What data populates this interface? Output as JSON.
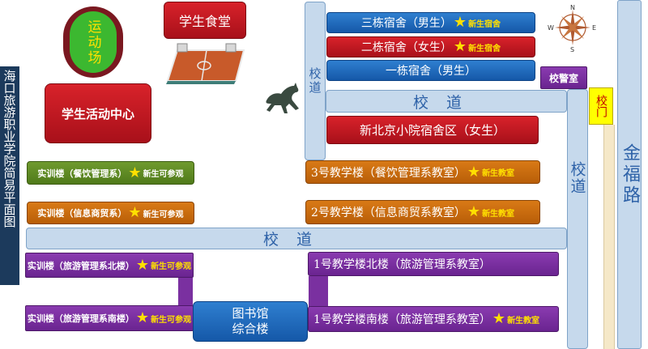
{
  "map_title": "海口旅游职业学院简易平面图",
  "roads": {
    "inner_vertical": "校道",
    "upper_horizontal": "校道",
    "main_horizontal": "校道",
    "right_vertical": "校道",
    "gate": "校门",
    "street": "金福路"
  },
  "sports_field": "运动场",
  "canteen": "学生食堂",
  "activity_center": "学生活动中心",
  "guard_room": "校警室",
  "compass": {
    "n": "N",
    "s": "S",
    "e": "E",
    "w": "W"
  },
  "dorms": {
    "dorm3": {
      "label": "三栋宿舍（男生）",
      "badge": "新生宿舍"
    },
    "dorm2": {
      "label": "二栋宿舍（女生）",
      "badge": "新生宿舍"
    },
    "dorm1": {
      "label": "一栋宿舍（男生）"
    },
    "xinbeijing": {
      "label": "新北京小院宿舍区（女生）"
    }
  },
  "teaching": {
    "b3": {
      "label": "3号教学楼（餐饮管理系教室）",
      "badge": "新生教室"
    },
    "b2": {
      "label": "2号教学楼（信息商贸系教室）",
      "badge": "新生教室"
    },
    "b1n": {
      "label": "1号教学楼北楼（旅游管理系教室）"
    },
    "b1s": {
      "label": "1号教学楼南楼（旅游管理系教室）",
      "badge": "新生教室"
    }
  },
  "training": {
    "catering": {
      "label": "实训楼（餐饮管理系）",
      "badge": "新生可参观"
    },
    "commerce": {
      "label": "实训楼（信息商贸系）",
      "badge": "新生可参观"
    },
    "tourism_north": {
      "label": "实训楼（旅游管理系北楼）",
      "badge": "新生可参观"
    },
    "tourism_south": {
      "label": "实训楼（旅游管理系南楼）",
      "badge": "新生可参观"
    }
  },
  "library": {
    "line1": "图书馆",
    "line2": "综合楼"
  },
  "colors": {
    "road": "#c6d9ec",
    "road_text": "#2e62a8",
    "star": "#ffe000"
  }
}
